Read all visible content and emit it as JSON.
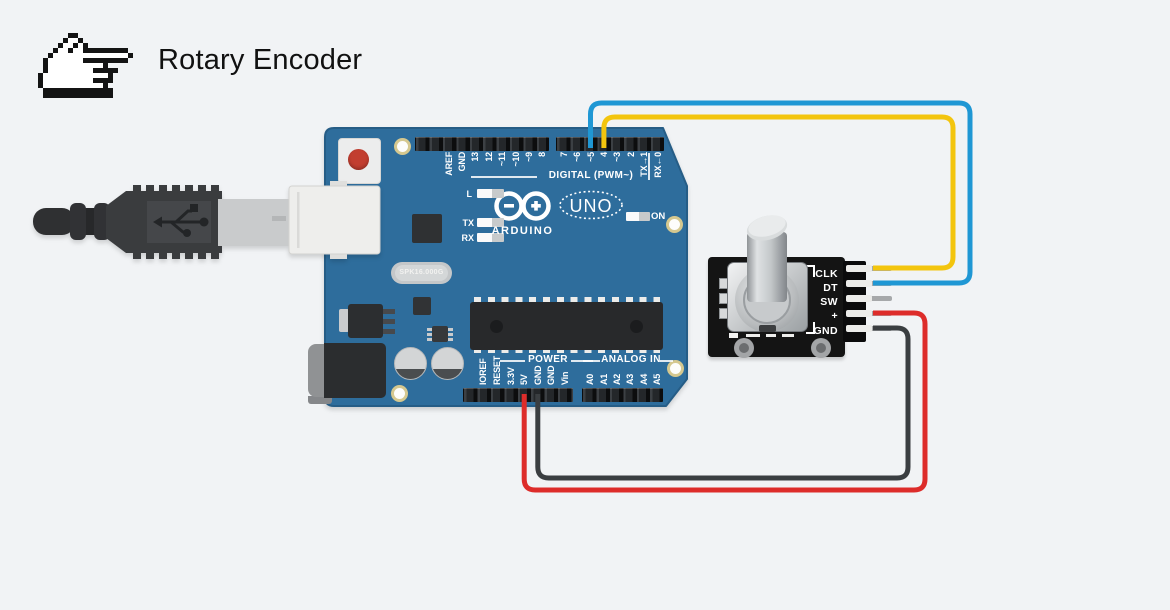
{
  "title": "Rotary Encoder",
  "colors": {
    "background": "#f1f3f5",
    "board": "#2e6d9c",
    "board_edge": "#265d86",
    "wire_clk_yellow": "#f3c50e",
    "wire_dt_blue": "#1f97d4",
    "wire_power_red": "#dd2c2a",
    "wire_gnd_black": "#3a3e41"
  },
  "arduino": {
    "digital_left": [
      "AREF",
      "GND",
      "13",
      "12",
      "~11",
      "~10",
      "~9",
      "8"
    ],
    "digital_right": [
      "7",
      "~6",
      "~5",
      "4",
      "~3",
      "2",
      "TX→1",
      "RX←0"
    ],
    "digital_section": "DIGITAL (PWM~)",
    "leds": {
      "l": "L",
      "tx": "TX",
      "rx": "RX",
      "on": "ON"
    },
    "brand": "ARDUINO",
    "model": "UNO",
    "crystal": "SPK16.000G",
    "power_section": "POWER",
    "power_pins": [
      "IOREF",
      "RESET",
      "3.3V",
      "5V",
      "GND",
      "GND",
      "Vin"
    ],
    "analog_section": "ANALOG IN",
    "analog_pins": [
      "A0",
      "A1",
      "A2",
      "A3",
      "A4",
      "A5"
    ]
  },
  "encoder": {
    "pins": [
      "CLK",
      "DT",
      "SW",
      "+",
      "GND"
    ]
  },
  "wires": [
    {
      "name": "clk-wire",
      "color": "#f3c50e",
      "from": "pin 4",
      "to": "CLK"
    },
    {
      "name": "dt-wire",
      "color": "#1f97d4",
      "from": "pin 5",
      "to": "DT"
    },
    {
      "name": "power-wire",
      "color": "#dd2c2a",
      "from": "5V",
      "to": "+"
    },
    {
      "name": "gnd-wire",
      "color": "#3a3e41",
      "from": "GND",
      "to": "GND"
    }
  ]
}
